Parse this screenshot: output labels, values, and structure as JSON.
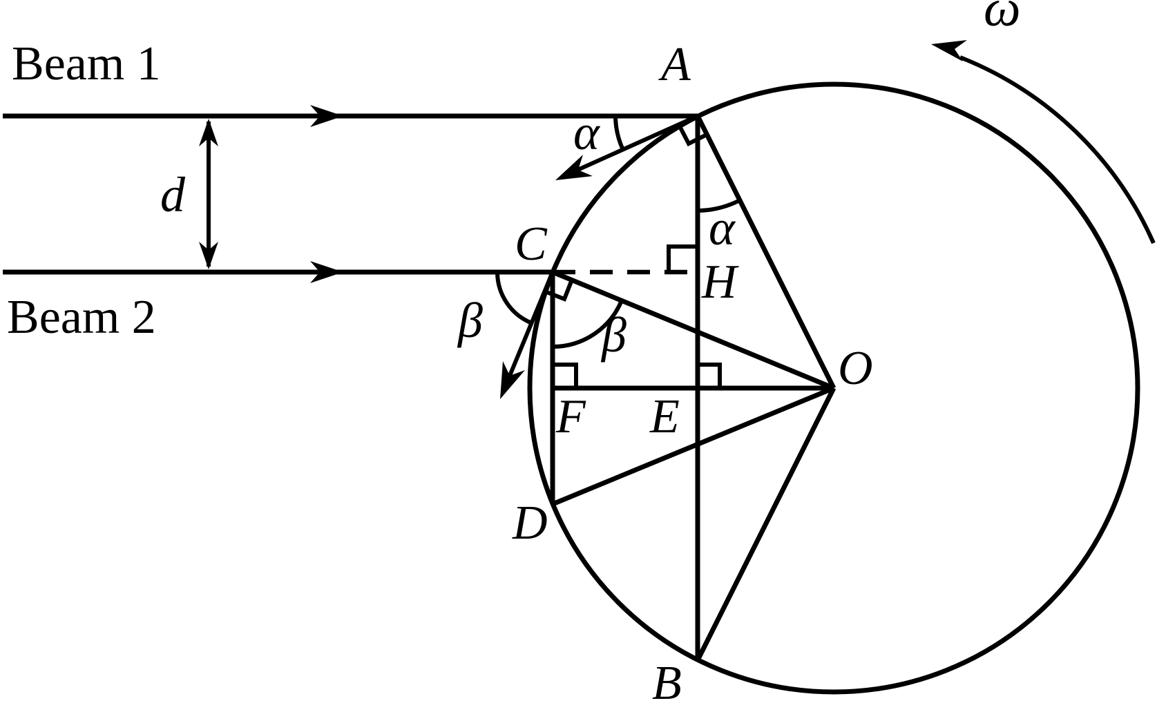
{
  "diagram": {
    "description_labels": {
      "beam1": "Beam 1",
      "beam2": "Beam 2"
    },
    "measure_labels": {
      "beam_separation": "d",
      "angular_velocity": "ω"
    },
    "angle_labels": {
      "alpha_incidence": "α",
      "alpha_at_center_line": "α",
      "beta_incidence": "β",
      "beta_at_center_line": "β"
    },
    "point_labels": {
      "A": "A",
      "B": "B",
      "C": "C",
      "D": "D",
      "E": "E",
      "F": "F",
      "H": "H",
      "O": "O"
    },
    "colors": {
      "ink": "#000000",
      "background": "#ffffff"
    }
  }
}
